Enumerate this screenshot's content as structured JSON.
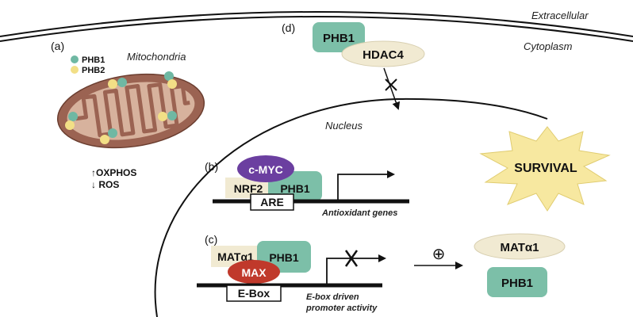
{
  "regions": {
    "extracellular": "Extracellular",
    "cytoplasm": "Cytoplasm",
    "nucleus": "Nucleus"
  },
  "panel_a": {
    "letter": "(a)",
    "title": "Mitochondria",
    "legend": [
      {
        "label": "PHB1",
        "color": "#6fb8a3"
      },
      {
        "label": "PHB2",
        "color": "#f2df86"
      }
    ],
    "effects": [
      "↑OXPHOS",
      "↓ ROS"
    ]
  },
  "panel_b": {
    "letter": "(b)",
    "proteins": [
      "c-MYC",
      "NRF2",
      "PHB1"
    ],
    "element": "ARE",
    "target": "Antioxidant genes"
  },
  "panel_c": {
    "letter": "(c)",
    "proteins": [
      "MATα1",
      "PHB1",
      "MAX"
    ],
    "element": "E-Box",
    "target_line1": "E-box driven",
    "target_line2": "promoter activity",
    "plus": "⊕",
    "result_proteins": [
      "MATα1",
      "PHB1"
    ]
  },
  "panel_d": {
    "letter": "(d)",
    "proteins": [
      "PHB1",
      "HDAC4"
    ]
  },
  "outcome": "SURVIVAL",
  "colors": {
    "phb_teal": "#7cbfa8",
    "cream": "#f1ead2",
    "cmyc_purple": "#6b3fa0",
    "max_red": "#c0392b",
    "mito_outer": "#9b6352",
    "mito_inner": "#d7b29d",
    "survival": "#f7e8a0"
  }
}
